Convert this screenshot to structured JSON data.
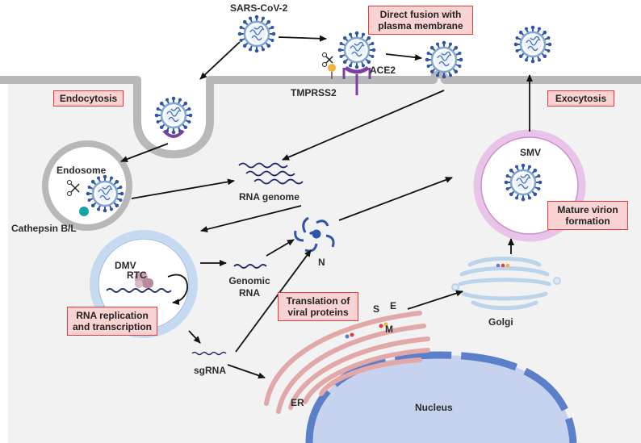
{
  "labels": {
    "sars_cov_2": "SARS-CoV-2",
    "ace2": "ACE2",
    "tmprss2": "TMPRSS2",
    "endosome": "Endosome",
    "cathepsin": "Cathepsin B/L",
    "rna_genome": "RNA genome",
    "dmv": "DMV",
    "rtc": "RTC",
    "genomic_rna_1": "Genomic",
    "genomic_rna_2": "RNA",
    "n_protein": "N",
    "sgrna": "sgRNA",
    "s_protein": "S",
    "e_protein": "E",
    "m_protein": "M",
    "er": "ER",
    "nucleus": "Nucleus",
    "golgi": "Golgi",
    "smv": "SMV"
  },
  "boxes": {
    "direct_fusion_1": "Direct fusion with",
    "direct_fusion_2": "plasma membrane",
    "endocytosis": "Endocytosis",
    "exocytosis": "Exocytosis",
    "mature_1": "Mature virion",
    "mature_2": "formation",
    "translation_1": "Translation of",
    "translation_2": "viral proteins",
    "replication_1": "RNA replication",
    "replication_2": "and transcription"
  },
  "colors": {
    "cytoplasm": "#f2f2f2",
    "membrane": "#b8b8b8",
    "virus_spike": "#2e55a8",
    "virus_body": "#7fa7d6",
    "rna": "#1f2a6e",
    "er": "#e8b8b8",
    "nucleus": "#c7d3ee",
    "nucleus_envelope": "#5b7fc8",
    "smv": "#d9a8d9",
    "golgi": "#bcd3ec",
    "label_box_fill": "#f9d3d3",
    "label_box_border": "#e53b3b"
  }
}
